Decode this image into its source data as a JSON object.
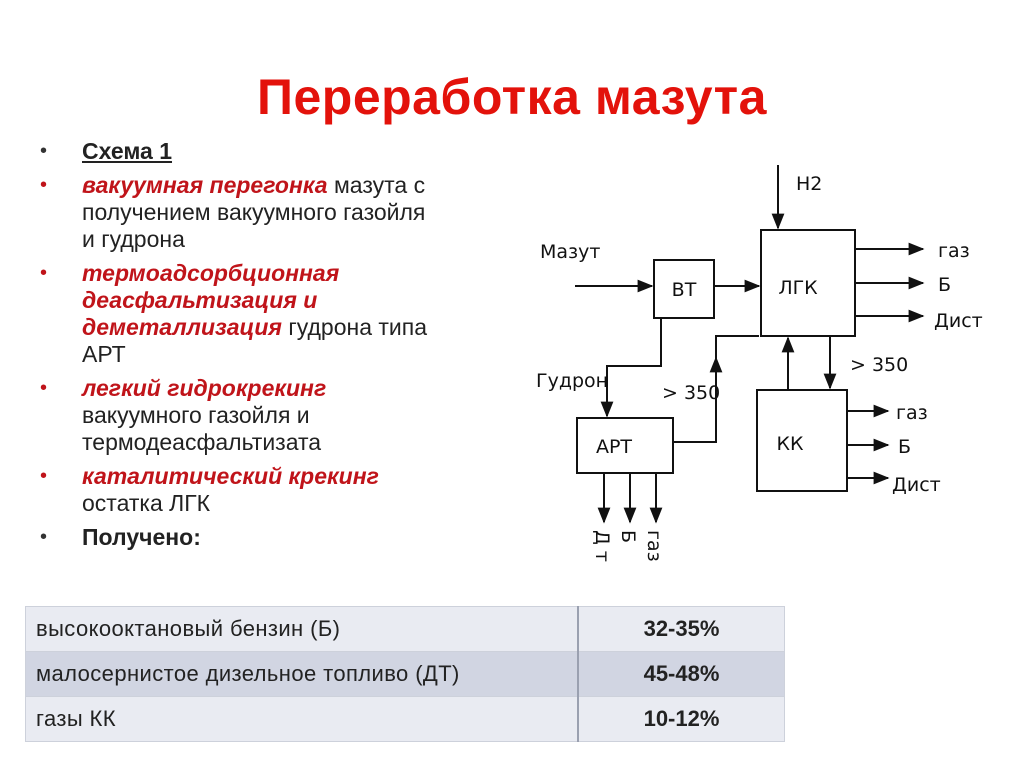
{
  "title": "Переработка мазута",
  "bullets": {
    "scheme": "Схема 1",
    "b1_em": "вакуумная перегонка",
    "b1_rest": "мазута с получением вакуумного газойля и гудрона",
    "b2_em": "термоадсорбционная деасфальтизация и деметаллизация",
    "b2_rest": "гудрона типа АРТ",
    "b3_em": "легкий гидрокрекинг",
    "b3_rest": "вакуумного газойля и термодеасфальтизата",
    "b4_em": "каталитический крекинг",
    "b4_rest": "остатка ЛГК",
    "received": "Получено:"
  },
  "diagram": {
    "mazut": "Мазут",
    "h2": "Н2",
    "vt": "ВТ",
    "lgk": "ЛГК",
    "art": "АРТ",
    "kk": "КК",
    "gudron": "Гудрон",
    "gt350_a": "> 350",
    "gt350_b": "> 350",
    "lgk_outputs": [
      "газ",
      "Б",
      "Дист"
    ],
    "kk_outputs": [
      "газ",
      "Б",
      "Дист"
    ],
    "art_outputs": [
      "Д т",
      "Б",
      "газ"
    ]
  },
  "results": [
    {
      "name": "высокооктановый бензин (Б)",
      "value": "32-35%"
    },
    {
      "name": "малосернистое дизельное топливо (ДТ)",
      "value": "45-48%"
    },
    {
      "name": "газы КК",
      "value": "10-12%"
    }
  ]
}
